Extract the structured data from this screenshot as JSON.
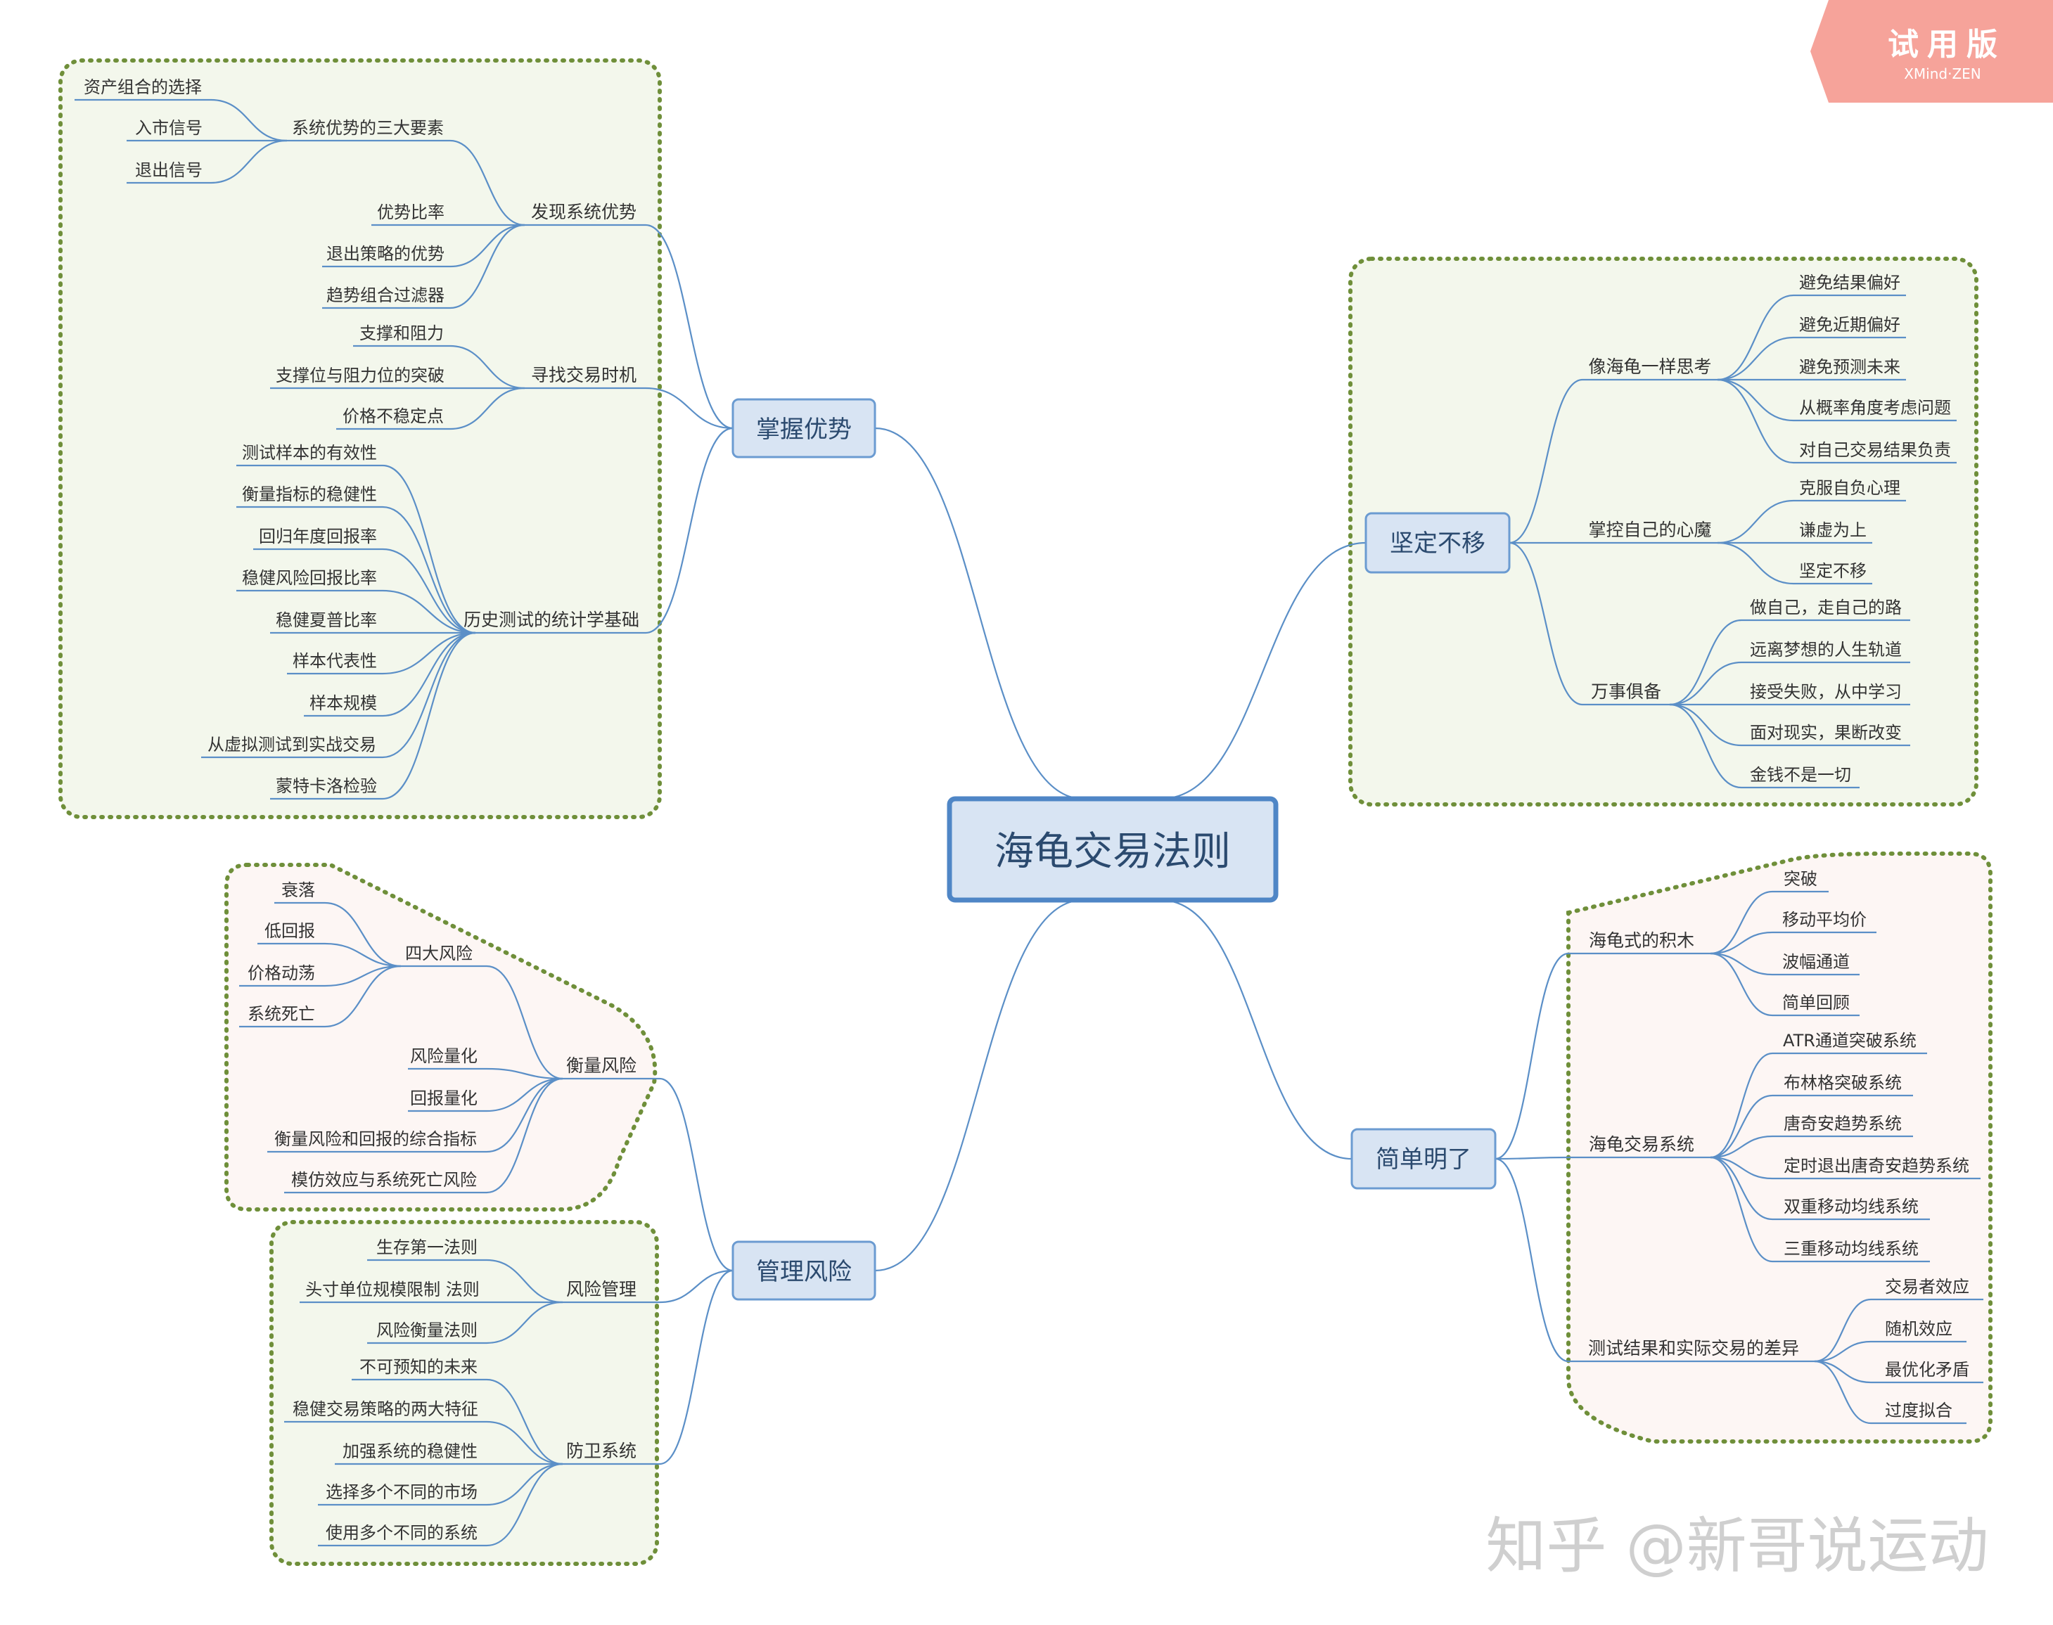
{
  "central": "海龟交易法则",
  "branches": [
    {
      "key": "b1",
      "label": "掌握优势",
      "subs": [
        {
          "label": "发现系统优势",
          "children": [
            {
              "label": "系统优势的三大要素",
              "children": [
                "资产组合的选择",
                "入市信号",
                "退出信号"
              ]
            },
            {
              "label": "优势比率"
            },
            {
              "label": "退出策略的优势"
            },
            {
              "label": "趋势组合过滤器"
            }
          ]
        },
        {
          "label": "寻找交易时机",
          "children": [
            "支撑和阻力",
            "支撑位与阻力位的突破",
            "价格不稳定点"
          ]
        },
        {
          "label": "历史测试的统计学基础",
          "children": [
            "测试样本的有效性",
            "衡量指标的稳健性",
            "回归年度回报率",
            "稳健风险回报比率",
            "稳健夏普比率",
            "样本代表性",
            "样本规模",
            "从虚拟测试到实战交易",
            "蒙特卡洛检验"
          ]
        }
      ]
    },
    {
      "key": "b2",
      "label": "管理风险",
      "subs": [
        {
          "label": "衡量风险",
          "children": [
            {
              "label": "四大风险",
              "children": [
                "衰落",
                "低回报",
                "价格动荡",
                "系统死亡"
              ]
            },
            {
              "label": "风险量化"
            },
            {
              "label": "回报量化"
            },
            {
              "label": "衡量风险和回报的综合指标"
            },
            {
              "label": "模仿效应与系统死亡风险"
            }
          ]
        },
        {
          "label": "风险管理",
          "children": [
            "生存第一法则",
            "头寸单位规模限制 法则",
            "风险衡量法则"
          ]
        },
        {
          "label": "防卫系统",
          "children": [
            "不可预知的未来",
            "稳健交易策略的两大特征",
            "加强系统的稳健性",
            "选择多个不同的市场",
            "使用多个不同的系统"
          ]
        }
      ]
    },
    {
      "key": "b3",
      "label": "坚定不移",
      "subs": [
        {
          "label": "像海龟一样思考",
          "children": [
            "避免结果偏好",
            "避免近期偏好",
            "避免预测未来",
            "从概率角度考虑问题",
            "对自己交易结果负责"
          ]
        },
        {
          "label": "掌控自己的心魔",
          "children": [
            "克服自负心理",
            "谦虚为上",
            "坚定不移"
          ]
        },
        {
          "label": "万事俱备",
          "children": [
            "做自己，走自己的路",
            "远离梦想的人生轨道",
            "接受失败，从中学习",
            "面对现实，果断改变",
            "金钱不是一切"
          ]
        }
      ]
    },
    {
      "key": "b4",
      "label": "简单明了",
      "subs": [
        {
          "label": "海龟式的积木",
          "children": [
            "突破",
            "移动平均价",
            "波幅通道",
            "简单回顾"
          ]
        },
        {
          "label": "海龟交易系统",
          "children": [
            "ATR通道突破系统",
            "布林格突破系统",
            "唐奇安趋势系统",
            "定时退出唐奇安趋势系统",
            "双重移动均线系统",
            "三重移动均线系统"
          ]
        },
        {
          "label": "测试结果和实际交易的差异",
          "children": [
            "交易者效应",
            "随机效应",
            "最优化矛盾",
            "过度拟合"
          ]
        }
      ]
    }
  ],
  "badge": {
    "title": "试用版",
    "subtitle": "XMind·ZEN"
  },
  "watermark": "知乎 @新哥说运动",
  "colors": {
    "line": "#5b8fc7",
    "main_fill": "#d8e4f3",
    "main_border": "#6b9bd1",
    "central_border": "#4f86c6",
    "boundary_green_fill": "#f3f7ec",
    "boundary_green_border": "#6f8f3a",
    "boundary_pink_fill": "#fdf6f4",
    "badge": "#f6a39a"
  }
}
